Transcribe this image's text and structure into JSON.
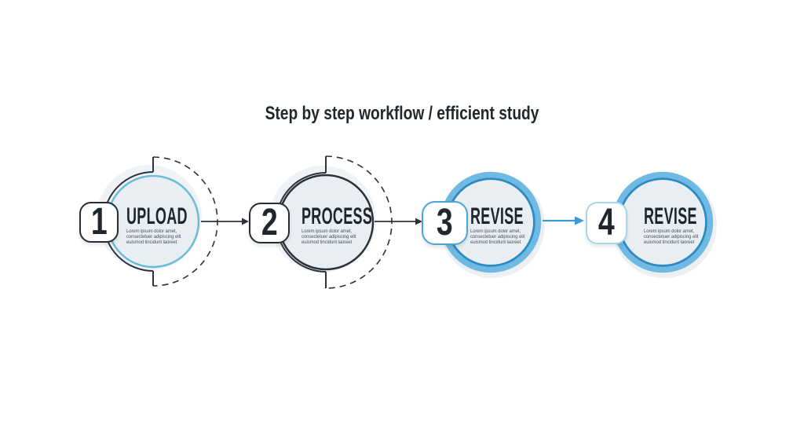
{
  "title": "Step by step workflow / efficient study",
  "steps": [
    {
      "number": "1",
      "label": "UPLOAD",
      "description": "Lorem ipsum dolor amet,\nconsectetuer adipiscing elit\neuismod tincidunt laoreet",
      "style": "open-circle-light-blue-outline"
    },
    {
      "number": "2",
      "label": "PROCESS",
      "description": "Lorem ipsum dolor amet,\nconsectetuer adipiscing elit\neuismod tincidunt laoreet",
      "style": "open-circle-dark-outline"
    },
    {
      "number": "3",
      "label": "REVISE",
      "description": "Lorem ipsum dolor amet,\nconsectetuer adipiscing elit\neuismod tincidunt laoreet",
      "style": "solid-blue-ring"
    },
    {
      "number": "4",
      "label": "REVISE",
      "description": "Lorem ipsum dolor amet,\nconsectetuer adipiscing elit\neuismod tincidunt laoreet",
      "style": "solid-blue-ring"
    }
  ],
  "connectors": [
    {
      "from": "1",
      "to": "2",
      "color": "#2b323b"
    },
    {
      "from": "2",
      "to": "3",
      "color": "#2b323b"
    },
    {
      "from": "3",
      "to": "4",
      "color": "#3d9ad2"
    }
  ],
  "colors": {
    "background": "#ffffff",
    "title_text": "#22272e",
    "dark_outline": "#2a3138",
    "light_blue_outline": "#6cbcd9",
    "ring_blue": "#6fb9e3",
    "ring_blue_dark": "#2d8ac2",
    "circle_fill": "#e9eef2",
    "badge_blue_border": "#4aa5d9",
    "badge_light_blue_border": "#a9d5ec"
  }
}
